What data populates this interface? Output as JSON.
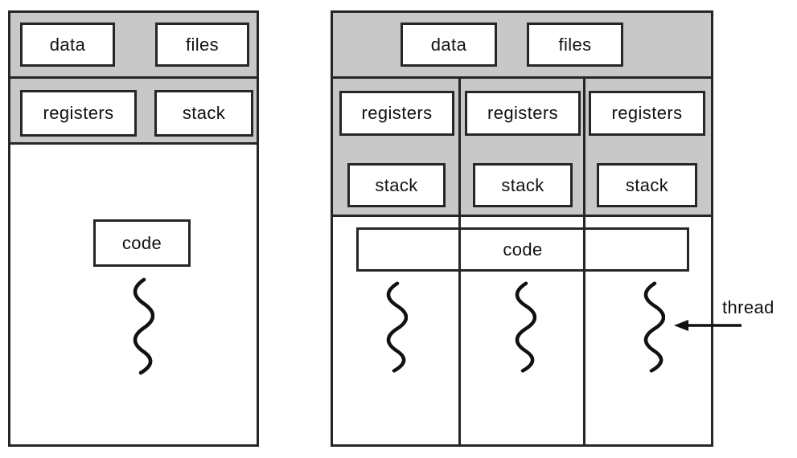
{
  "colors": {
    "shared_gray": "#c8c8c8",
    "line": "#262626",
    "text": "#111111",
    "background": "#ffffff"
  },
  "single_threaded_process": {
    "data_box": "data",
    "files_box": "files",
    "registers_box": "registers",
    "stack_box": "stack",
    "code_box": "code"
  },
  "multithreaded_process": {
    "data_box": "data",
    "files_box": "files",
    "threads": [
      {
        "registers_box": "registers",
        "stack_box": "stack"
      },
      {
        "registers_box": "registers",
        "stack_box": "stack"
      },
      {
        "registers_box": "registers",
        "stack_box": "stack"
      }
    ],
    "code_box": "code",
    "thread_annotation": "thread"
  }
}
